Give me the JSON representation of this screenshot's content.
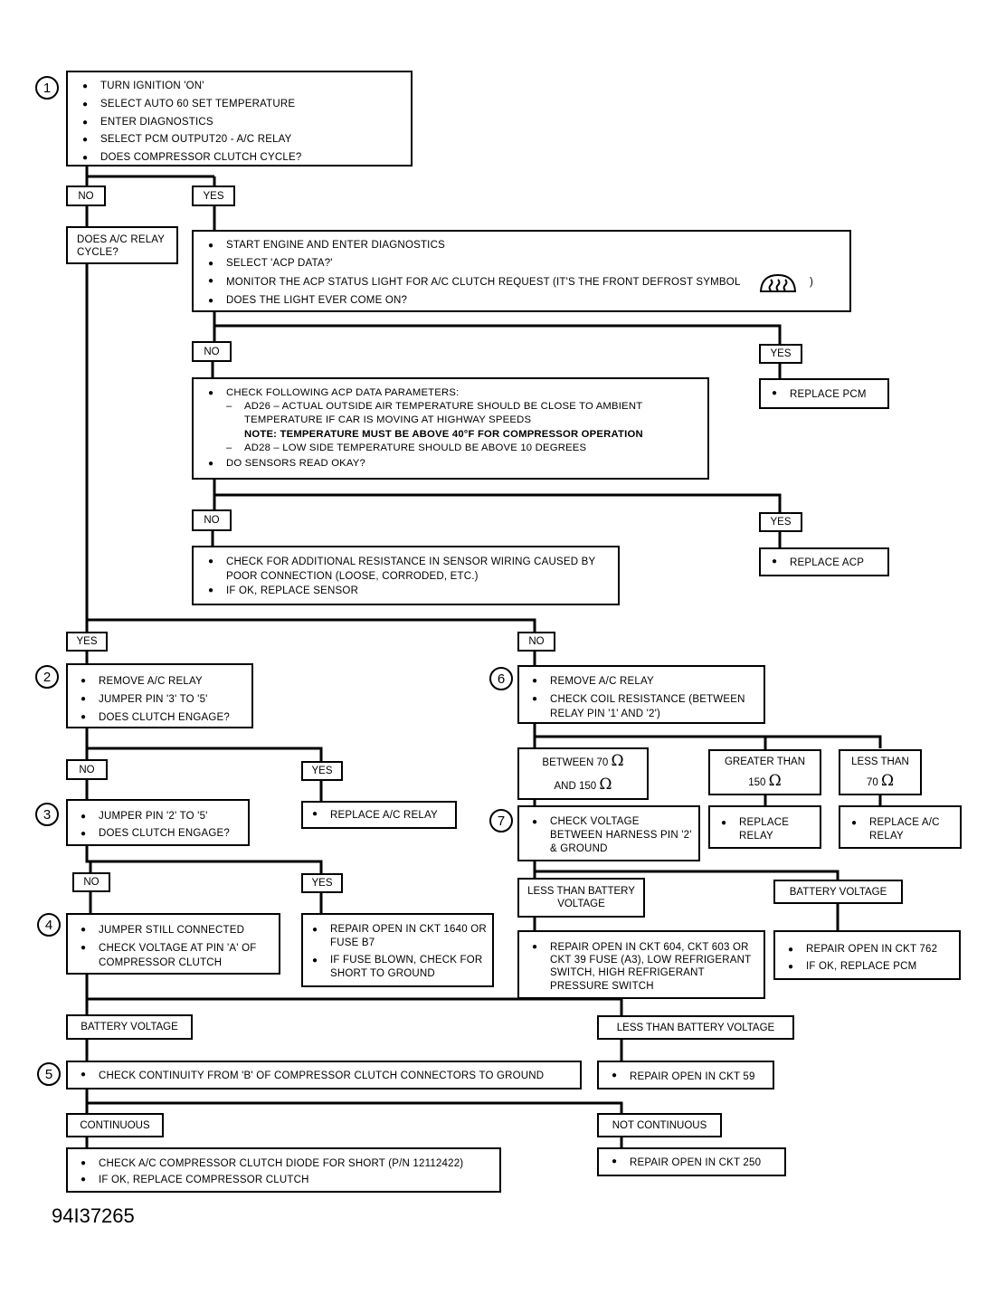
{
  "step_numbers": [
    "1",
    "2",
    "3",
    "4",
    "5",
    "6",
    "7"
  ],
  "figure_id": "94I37265",
  "defrost_icon": "front-defrost-icon",
  "step1": [
    "TURN IGNITION 'ON'",
    "SELECT AUTO 60 SET TEMPERATURE",
    "ENTER DIAGNOSTICS",
    "SELECT PCM OUTPUT20 - A/C RELAY",
    "DOES COMPRESSOR CLUTCH CYCLE?"
  ],
  "relay_question": "DOES A/C RELAY CYCLE?",
  "engine_box": [
    "START ENGINE AND ENTER DIAGNOSTICS",
    "SELECT 'ACP DATA?'",
    "MONITOR THE ACP STATUS LIGHT FOR A/C CLUTCH REQUEST (IT'S THE FRONT DEFROST SYMBOL",
    ")",
    "DOES THE LIGHT EVER COME ON?"
  ],
  "replace_pcm": "REPLACE PCM",
  "acp_check": {
    "title": "CHECK FOLLOWING ACP DATA PARAMETERS:",
    "dash": "–",
    "ad26": "AD26 – ACTUAL OUTSIDE AIR TEMPERATURE SHOULD BE CLOSE TO AMBIENT TEMPERATURE IF CAR IS MOVING AT HIGHWAY SPEEDS",
    "note": "NOTE: TEMPERATURE MUST BE ABOVE 40°F FOR COMPRESSOR OPERATION",
    "ad28": "AD28 – LOW SIDE TEMPERATURE SHOULD BE ABOVE 10 DEGREES",
    "question": "DO SENSORS READ OKAY?"
  },
  "replace_acp": "REPLACE ACP",
  "sensor_wiring": [
    "CHECK FOR ADDITIONAL RESISTANCE IN SENSOR WIRING CAUSED BY POOR CONNECTION (LOOSE, CORRODED, ETC.)",
    "IF OK, REPLACE SENSOR"
  ],
  "step2": [
    "REMOVE A/C RELAY",
    "JUMPER PIN '3' TO '5'",
    "DOES CLUTCH ENGAGE?"
  ],
  "replace_relay_left": "REPLACE A/C RELAY",
  "step3": [
    "JUMPER PIN '2' TO '5'",
    "DOES CLUTCH ENGAGE?"
  ],
  "step4": [
    "JUMPER STILL CONNECTED",
    "CHECK VOLTAGE AT PIN 'A' OF COMPRESSOR CLUTCH"
  ],
  "repair_1640": [
    "REPAIR OPEN IN CKT 1640 OR FUSE B7",
    "IF FUSE BLOWN, CHECK FOR SHORT TO GROUND"
  ],
  "step5": "CHECK CONTINUITY FROM 'B' OF COMPRESSOR CLUTCH CONNECTORS TO GROUND",
  "repair_59": "REPAIR OPEN IN CKT 59",
  "diode_box": [
    "CHECK A/C COMPRESSOR CLUTCH DIODE FOR SHORT (P/N 12112422)",
    "IF OK, REPLACE COMPRESSOR CLUTCH"
  ],
  "repair_250": "REPAIR OPEN IN CKT 250",
  "step6": [
    "REMOVE A/C RELAY",
    "CHECK COIL RESISTANCE (BETWEEN RELAY PIN '1' AND '2')"
  ],
  "between": {
    "line1": "BETWEEN 70",
    "line2": "AND 150",
    "ohm": "Ω"
  },
  "greater": {
    "line1": "GREATER THAN",
    "line2": "150",
    "ohm": "Ω"
  },
  "less": {
    "line1": "LESS THAN",
    "line2": "70",
    "ohm": "Ω"
  },
  "replace_relay_mid": "REPLACE RELAY",
  "replace_relay_right": "REPLACE A/C RELAY",
  "step7": "CHECK VOLTAGE BETWEEN HARNESS PIN '2' & GROUND",
  "repair_604": "REPAIR OPEN IN CKT 604, CKT 603 OR CKT 39 FUSE (A3), LOW REFRIGERANT SWITCH, HIGH REFRIGERANT PRESSURE SWITCH",
  "repair_762": [
    "REPAIR OPEN IN CKT 762",
    "IF OK, REPLACE PCM"
  ],
  "labels": {
    "no": "NO",
    "yes": "YES",
    "battery_voltage": "BATTERY VOLTAGE",
    "less_than_battery_voltage": "LESS THAN BATTERY VOLTAGE",
    "less_than_battery_voltage_2": "LESS THAN BATTERY VOLTAGE",
    "continuous": "CONTINUOUS",
    "not_continuous": "NOT CONTINUOUS"
  }
}
